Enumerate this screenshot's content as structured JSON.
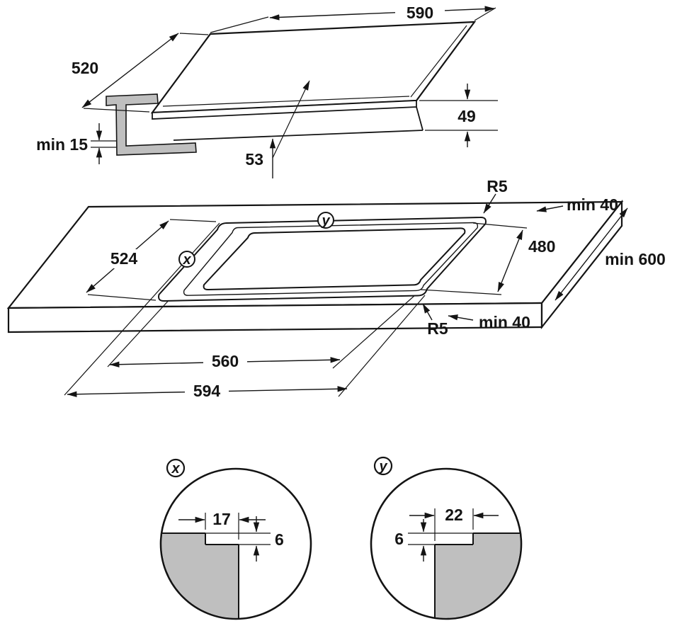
{
  "colors": {
    "line": "#141414",
    "gray": "#bfbfbf",
    "background": "#ffffff"
  },
  "top_view": {
    "width": "590",
    "depth": "520",
    "clearance_below": "min 15",
    "height_body": "53",
    "height_total": "49"
  },
  "cutout_view": {
    "radius_top": "R5",
    "radius_bottom": "R5",
    "clearance_top": "min 40",
    "clearance_bottom": "min 40",
    "worktop_depth": "min 600",
    "cutout_depth": "480",
    "cutout_width": "560",
    "recess_width": "594",
    "recess_depth": "524",
    "marker_x": "x",
    "marker_y": "y"
  },
  "detail_x": {
    "marker": "x",
    "step_width": "17",
    "step_depth": "6"
  },
  "detail_y": {
    "marker": "y",
    "step_width": "22",
    "step_depth": "6"
  }
}
